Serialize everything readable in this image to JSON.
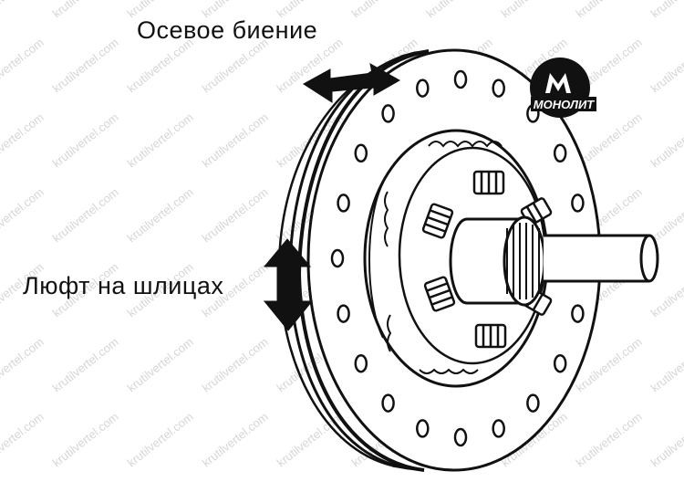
{
  "labels": {
    "axial_runout": "Осевое биение",
    "spline_play": "Люфт на шлицах"
  },
  "logo": {
    "text": "МОНОЛИТ"
  },
  "watermark": {
    "text": "krutilvertel.com"
  },
  "colors": {
    "ink": "#111111",
    "background": "#ffffff",
    "watermark": "#d9d9d9"
  }
}
